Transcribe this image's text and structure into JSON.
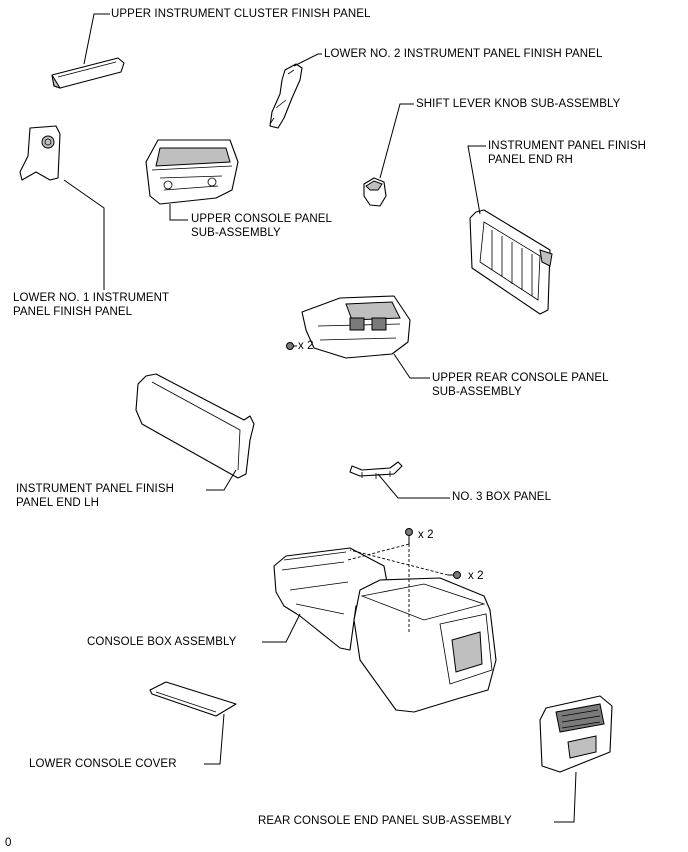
{
  "labels": {
    "upper_instrument_cluster_finish_panel": "UPPER INSTRUMENT CLUSTER FINISH PANEL",
    "lower_no2_instrument_panel_finish_panel": "LOWER NO. 2 INSTRUMENT PANEL FINISH PANEL",
    "shift_lever_knob_sub_assembly": "SHIFT LEVER KNOB SUB-ASSEMBLY",
    "instrument_panel_finish_panel_end_rh_line1": "INSTRUMENT PANEL FINISH",
    "instrument_panel_finish_panel_end_rh_line2": "PANEL END RH",
    "upper_console_panel_line1": "UPPER CONSOLE PANEL",
    "upper_console_panel_line2": "SUB-ASSEMBLY",
    "lower_no1_instrument_panel_finish_panel_line1": "LOWER NO. 1 INSTRUMENT",
    "lower_no1_instrument_panel_finish_panel_line2": "PANEL FINISH PANEL",
    "upper_rear_console_panel_line1": "UPPER REAR CONSOLE PANEL",
    "upper_rear_console_panel_line2": "SUB-ASSEMBLY",
    "instrument_panel_finish_panel_end_lh_line1": "INSTRUMENT PANEL FINISH",
    "instrument_panel_finish_panel_end_lh_line2": "PANEL END LH",
    "no3_box_panel": "NO. 3 BOX PANEL",
    "console_box_assembly": "CONSOLE BOX ASSEMBLY",
    "lower_console_cover": "LOWER CONSOLE COVER",
    "rear_console_end_panel_sub_assembly": "REAR CONSOLE END PANEL SUB-ASSEMBLY"
  },
  "quantities": {
    "screw_rear_console": "x 2",
    "bolt_console_top": "x 2",
    "bolt_console_side": "x 2"
  },
  "figure_code": "0"
}
